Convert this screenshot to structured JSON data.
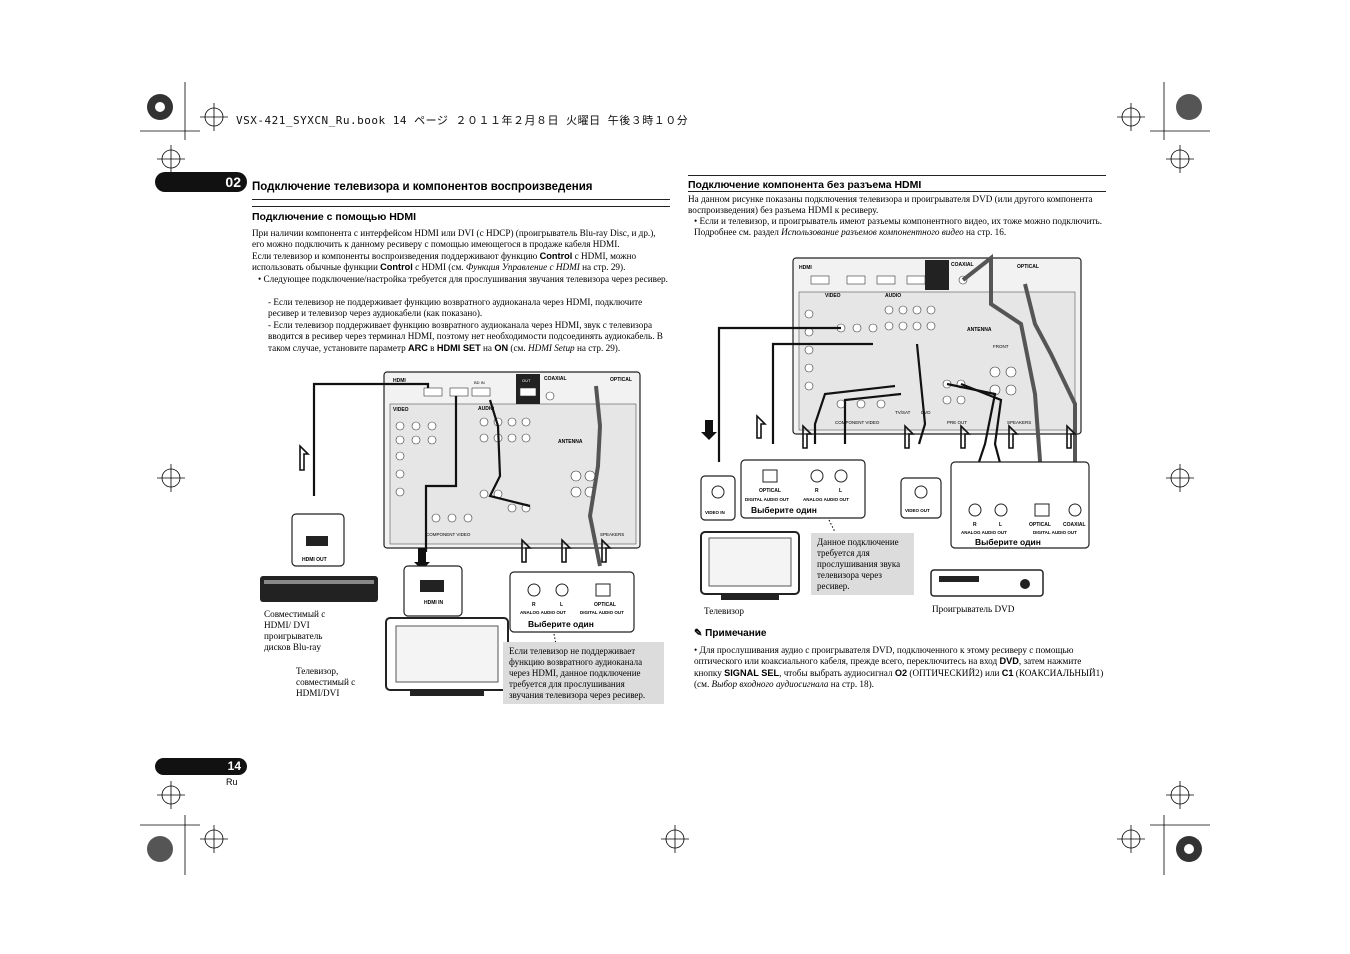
{
  "print_header": "VSX-421_SYXCN_Ru.book  14 ページ  ２０１１年２月８日  火曜日  午後３時１０分",
  "chapter_number": "02",
  "page_number": "14",
  "language_code": "Ru",
  "left": {
    "section_title": "Подключение телевизора и компонентов воспроизведения",
    "subsection_title": "Подключение с помощью HDMI",
    "para1": "При наличии компонента с интерфейсом HDMI или DVI (с HDCP) (проигрыватель Blu-ray Disc, и др.), его можно подключить к данному ресиверу с помощью имеющегося в продаже кабеля HDMI.",
    "para2_start": "Если телевизор и компоненты воспроизведения поддерживают функцию ",
    "control_1": "Control",
    "para2_mid1": " с HDMI, можно использовать обычные функции ",
    "control_2": "Control",
    "para2_mid2": " с HDMI (см. ",
    "para2_ref": "Функция Управление с HDMI",
    "para2_end": " на стр. 29).",
    "bullet": "• Следующее подключение/настройка требуется для прослушивания звучания телевизора через ресивер.",
    "dash1": "- Если телевизор не поддерживает функцию возвратного аудиоканала через HDMI, подключите ресивер и телевизор через аудиокабели (как показано).",
    "dash2_start": "- Если телевизор поддерживает функцию возвратного аудиоканала через HDMI, звук с телевизора вводится в ресивер через терминал HDMI, поэтому нет необходимости подсоединять аудиокабель. В таком случае, установите параметр ",
    "arc": "ARC",
    "dash2_in": " в ",
    "hdmi_set": "HDMI SET",
    "dash2_on_pre": " на ",
    "on": "ON",
    "dash2_see": " (см. ",
    "hdmi_setup": "HDMI Setup",
    "dash2_end": " на стр. 29).",
    "cap_bluray": "Совместимый с HDMI/ DVI проигрыватель дисков Blu-ray",
    "cap_tv": "Телевизор, совместимый с HDMI/DVI",
    "grey_note": "Если телевизор не поддерживает функцию возвратного аудиоканала через HDMI, данное подключение требуется для прослушивания звучания телевизора через ресивер.",
    "choose_one": "Выберите один",
    "hdmi_out": "HDMI OUT",
    "hdmi_in": "HDMI IN",
    "analog_audio_out": "ANALOG AUDIO OUT",
    "optical": "OPTICAL",
    "digital_audio_out": "DIGITAL AUDIO OUT",
    "r": "R",
    "l": "L"
  },
  "right": {
    "subsection_title": "Подключение компонента без разъема HDMI",
    "para1": "На данном рисунке показаны подключения телевизора и проигрывателя DVD (или другого компонента воспроизведения) без разъема HDMI к ресиверу.",
    "bullet_start": "• Если и телевизор, и проигрыватель имеют разъемы компонентного видео, их тоже можно подключить. Подробнее см. раздел ",
    "bullet_ref": "Использование разъемов компонентного видео",
    "bullet_end": " на стр. 16.",
    "video_in": "VIDEO IN",
    "video_out": "VIDEO OUT",
    "optical": "OPTICAL",
    "coaxial": "COAXIAL",
    "digital_audio_out": "DIGITAL AUDIO OUT",
    "analog_audio_out": "ANALOG AUDIO OUT",
    "choose_one_1": "Выберите один",
    "choose_one_2": "Выберите один",
    "grey_note": "Данное подключение требуется для прослушивания звука телевизора через ресивер.",
    "cap_tv": "Телевизор",
    "cap_dvd": "Проигрыватель DVD",
    "note_title": "Примечание",
    "note_start": "• Для прослушивания аудио с проигрывателя DVD, подключенного к этому ресиверу с помощью оптического или коаксиального кабеля, прежде всего, переключитесь на вход ",
    "dvd": "DVD",
    "note_mid1": ", затем нажмите кнопку ",
    "signal_sel": "SIGNAL SEL",
    "note_mid2": ", чтобы выбрать аудиосигнал ",
    "o2": "O2",
    "note_mid3": " (ОПТИЧЕСКИЙ2) или ",
    "c1": "C1",
    "note_mid4": " (КОАКСИАЛЬНЫЙ1) (см. ",
    "note_ref": "Выбор входного аудиосигнала",
    "note_end": " на стр. 18).",
    "r": "R",
    "l": "L"
  },
  "receiver_labels": {
    "hdmi": "HDMI",
    "video": "VIDEO",
    "audio": "AUDIO",
    "coaxial": "COAXIAL",
    "optical": "OPTICAL",
    "antenna": "ANTENNA",
    "component_video": "COMPONENT VIDEO",
    "pre_out": "PRE OUT",
    "speakers": "SPEAKERS",
    "out": "OUT",
    "bd_in": "BD IN",
    "dvd_in": "DVD IN",
    "tv_sat": "TV/SAT",
    "dvd": "DVD",
    "front": "FRONT"
  }
}
